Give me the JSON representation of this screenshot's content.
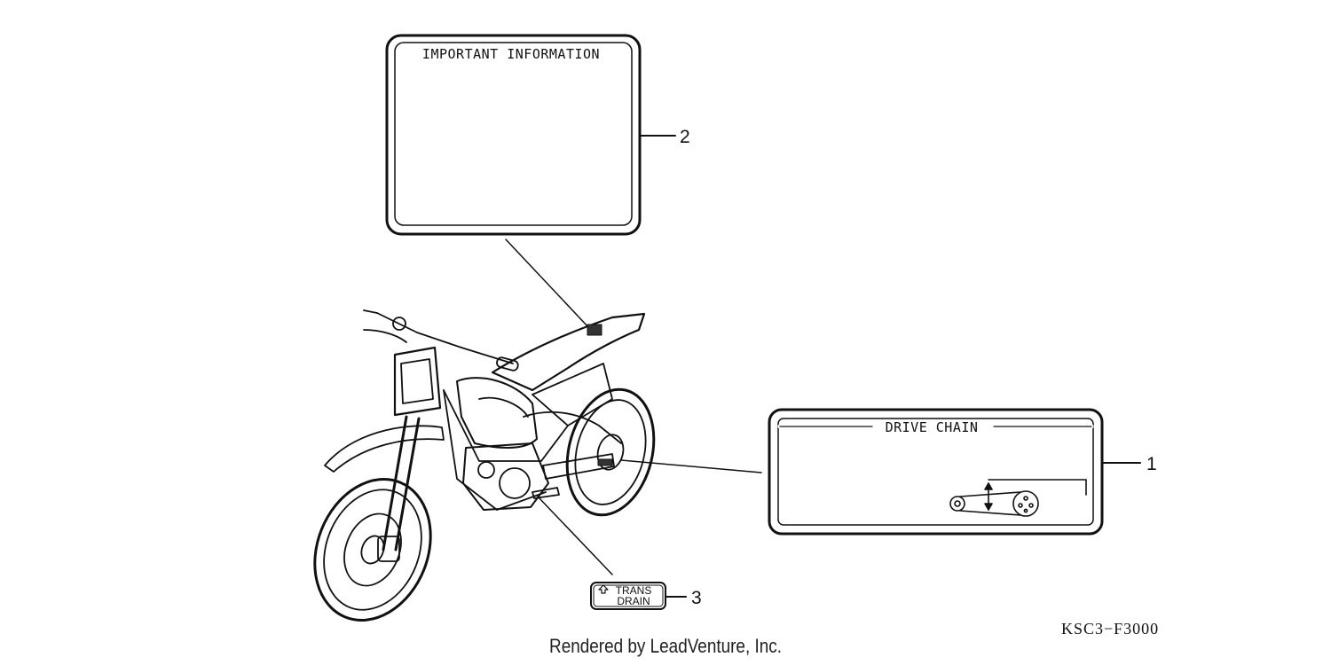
{
  "labels": {
    "important_info_title": "IMPORTANT INFORMATION",
    "drive_chain_title": "DRIVE CHAIN",
    "trans_line1": "TRANS",
    "trans_line2": "DRAIN"
  },
  "callouts": [
    "1",
    "2",
    "3"
  ],
  "part_code": "KSC3−F3000",
  "credit": "Rendered by LeadVenture, Inc.",
  "icons": [
    "up-arrow-icon",
    "chain-adjust-icon",
    "motorcycle-illustration"
  ]
}
